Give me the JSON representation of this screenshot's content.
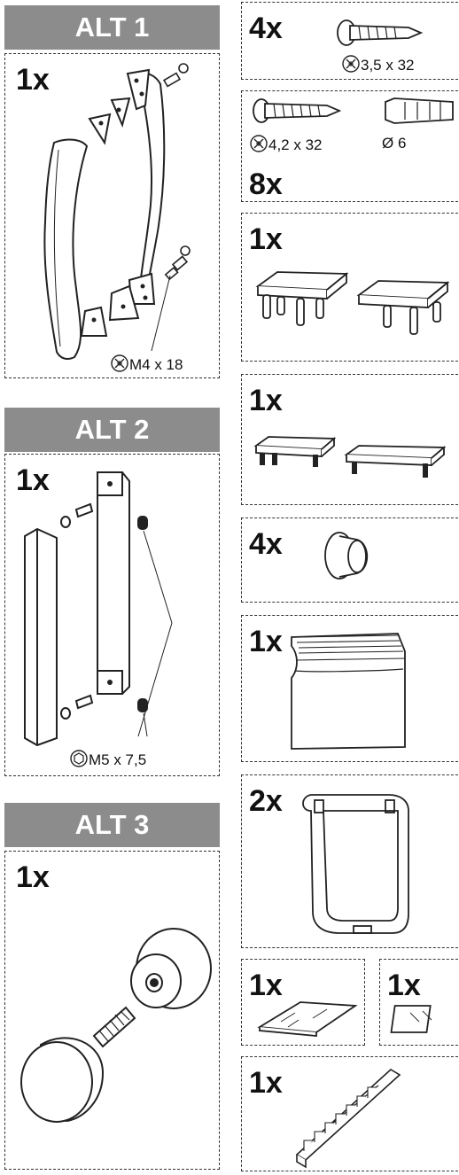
{
  "alt1": {
    "title": "ALT 1",
    "qty": "1x",
    "screw_label": "M4 x 18",
    "screw_icon": "pozidriv-icon"
  },
  "alt2": {
    "title": "ALT 2",
    "qty": "1x",
    "screw_label": "M5 x 7,5",
    "screw_icon": "hex-socket-icon"
  },
  "alt3": {
    "title": "ALT 3",
    "qty": "1x"
  },
  "parts": {
    "screw_small": {
      "qty": "4x",
      "label": "3,5 x 32"
    },
    "screw_plug": {
      "qty": "8x",
      "screw_label": "4,2 x 32",
      "plug_label": "Ø 6"
    },
    "caps_large": {
      "qty": "1x"
    },
    "caps_flat": {
      "qty": "1x"
    },
    "bushing": {
      "qty": "4x"
    },
    "cover": {
      "qty": "1x"
    },
    "bracket": {
      "qty": "2x"
    },
    "glass_large": {
      "qty": "1x"
    },
    "glass_small": {
      "qty": "1x"
    },
    "rail": {
      "qty": "1x"
    }
  }
}
